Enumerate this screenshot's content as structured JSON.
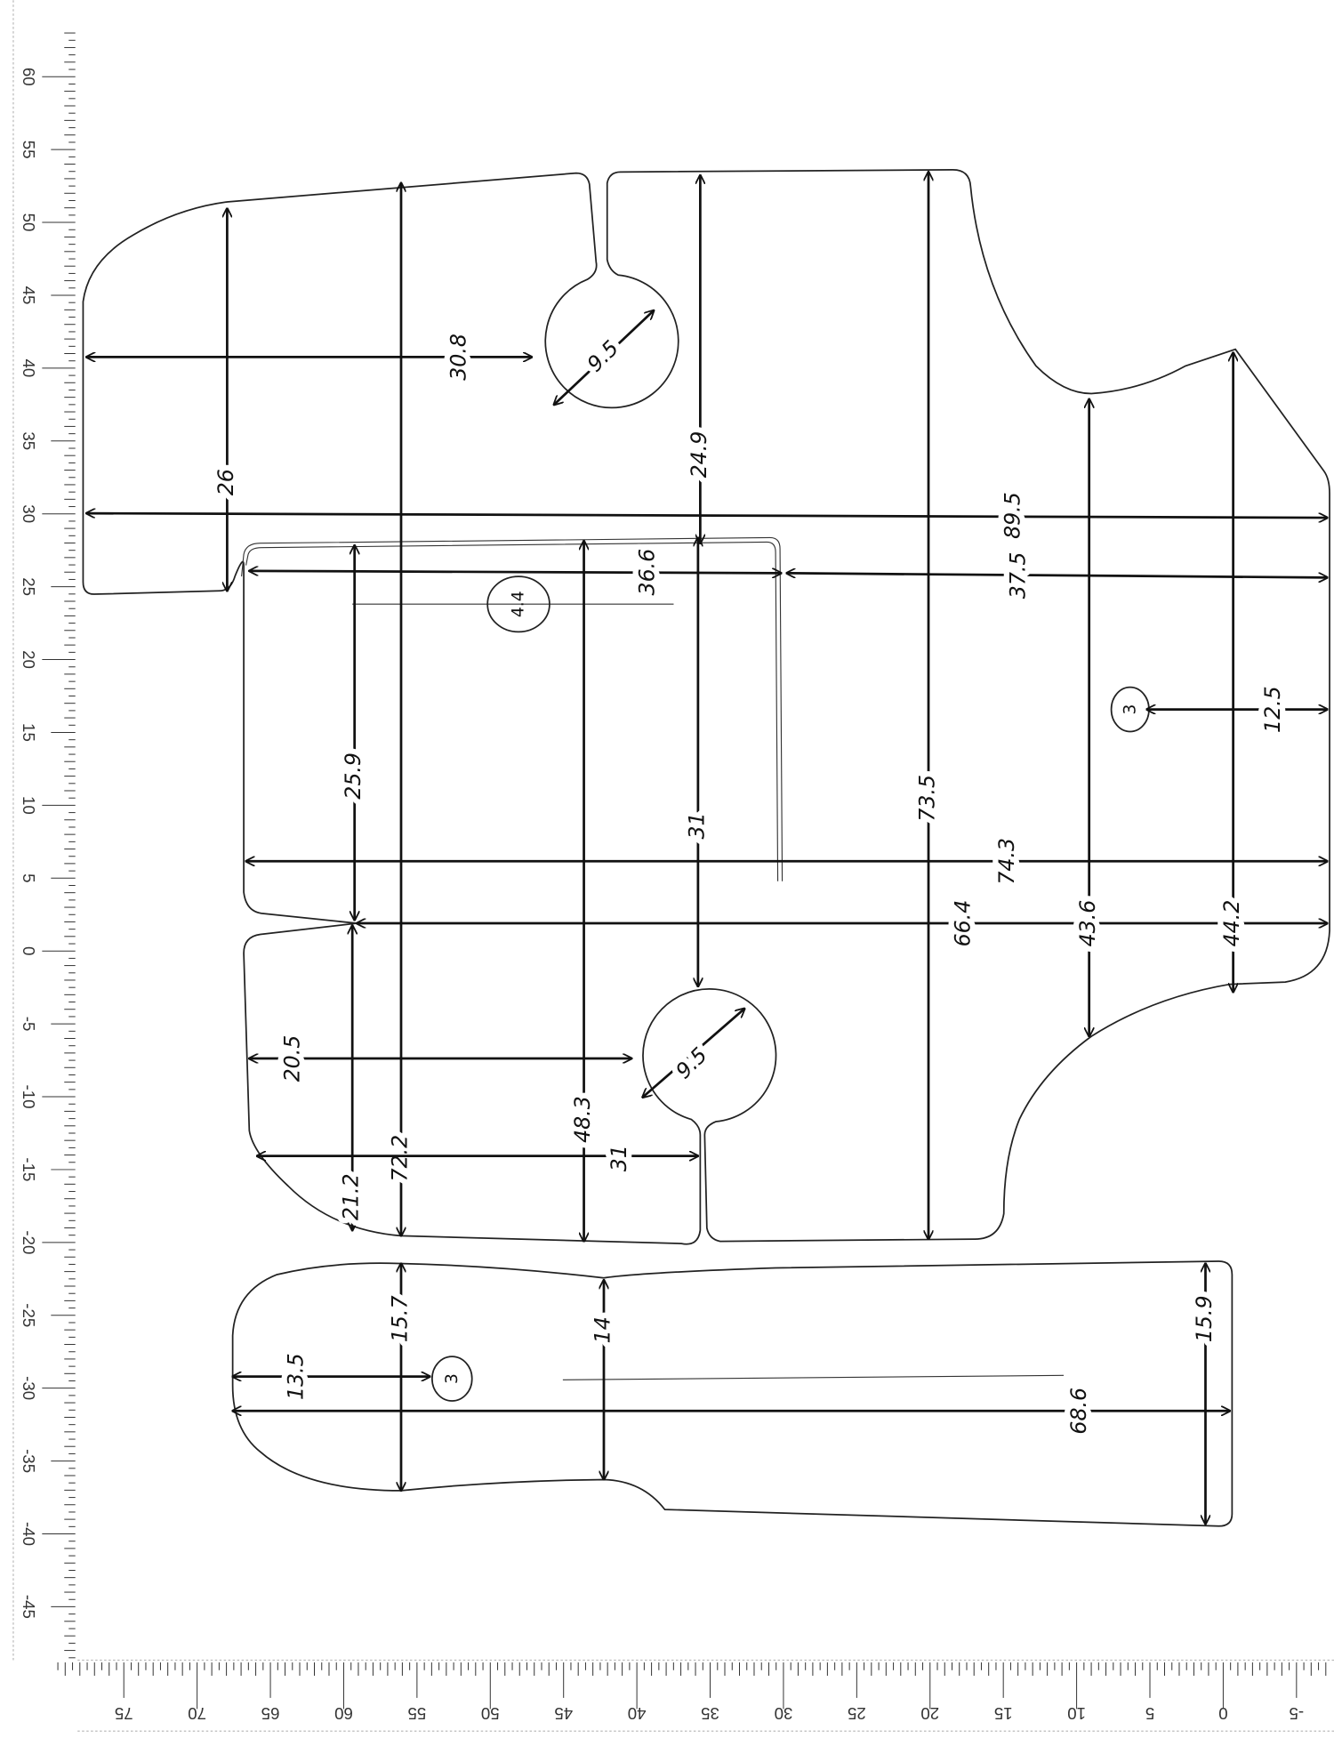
{
  "ruler": {
    "vertical_labels": [
      "60",
      "55",
      "50",
      "45",
      "40",
      "35",
      "30",
      "25",
      "20",
      "15",
      "10",
      "5",
      "0",
      "-5",
      "-10",
      "-15",
      "-20",
      "-25",
      "-30",
      "-35",
      "-40",
      "-45"
    ],
    "vertical_values": [
      60,
      55,
      50,
      45,
      40,
      35,
      30,
      25,
      20,
      15,
      10,
      5,
      0,
      -5,
      -10,
      -15,
      -20,
      -25,
      -30,
      -35,
      -40,
      -45
    ],
    "horizontal_labels": [
      "75",
      "70",
      "65",
      "60",
      "55",
      "50",
      "45",
      "40",
      "35",
      "30",
      "25",
      "20",
      "15",
      "10",
      "5",
      "0",
      "-5"
    ],
    "horizontal_values": [
      75,
      70,
      65,
      60,
      55,
      50,
      45,
      40,
      35,
      30,
      25,
      20,
      15,
      10,
      5,
      0,
      -5
    ]
  },
  "dimensions": {
    "d26": "26",
    "d30_8": "30.8",
    "d9_5_top": "9.5",
    "d24_9": "24.9",
    "d89_5": "89.5",
    "d36_6": "36.6",
    "d37_5": "37.5",
    "d12_5": "12.5",
    "d25_9": "25.9",
    "d31_top": "31",
    "d73_5": "73.5",
    "d74_3": "74.3",
    "d66_4": "66.4",
    "d43_6": "43.6",
    "d44_2": "44.2",
    "d20_5": "20.5",
    "d9_5_bottom": "9.5",
    "d48_3": "48.3",
    "d21_2": "21.2",
    "d72_2": "72.2",
    "d31_bottom": "31",
    "d15_7": "15.7",
    "d14": "14",
    "d13_5": "13.5",
    "d68_6": "68.6",
    "d15_9": "15.9"
  },
  "holes": {
    "h4_4": "4.4",
    "h3_right": "3",
    "h3_strip": "3"
  }
}
